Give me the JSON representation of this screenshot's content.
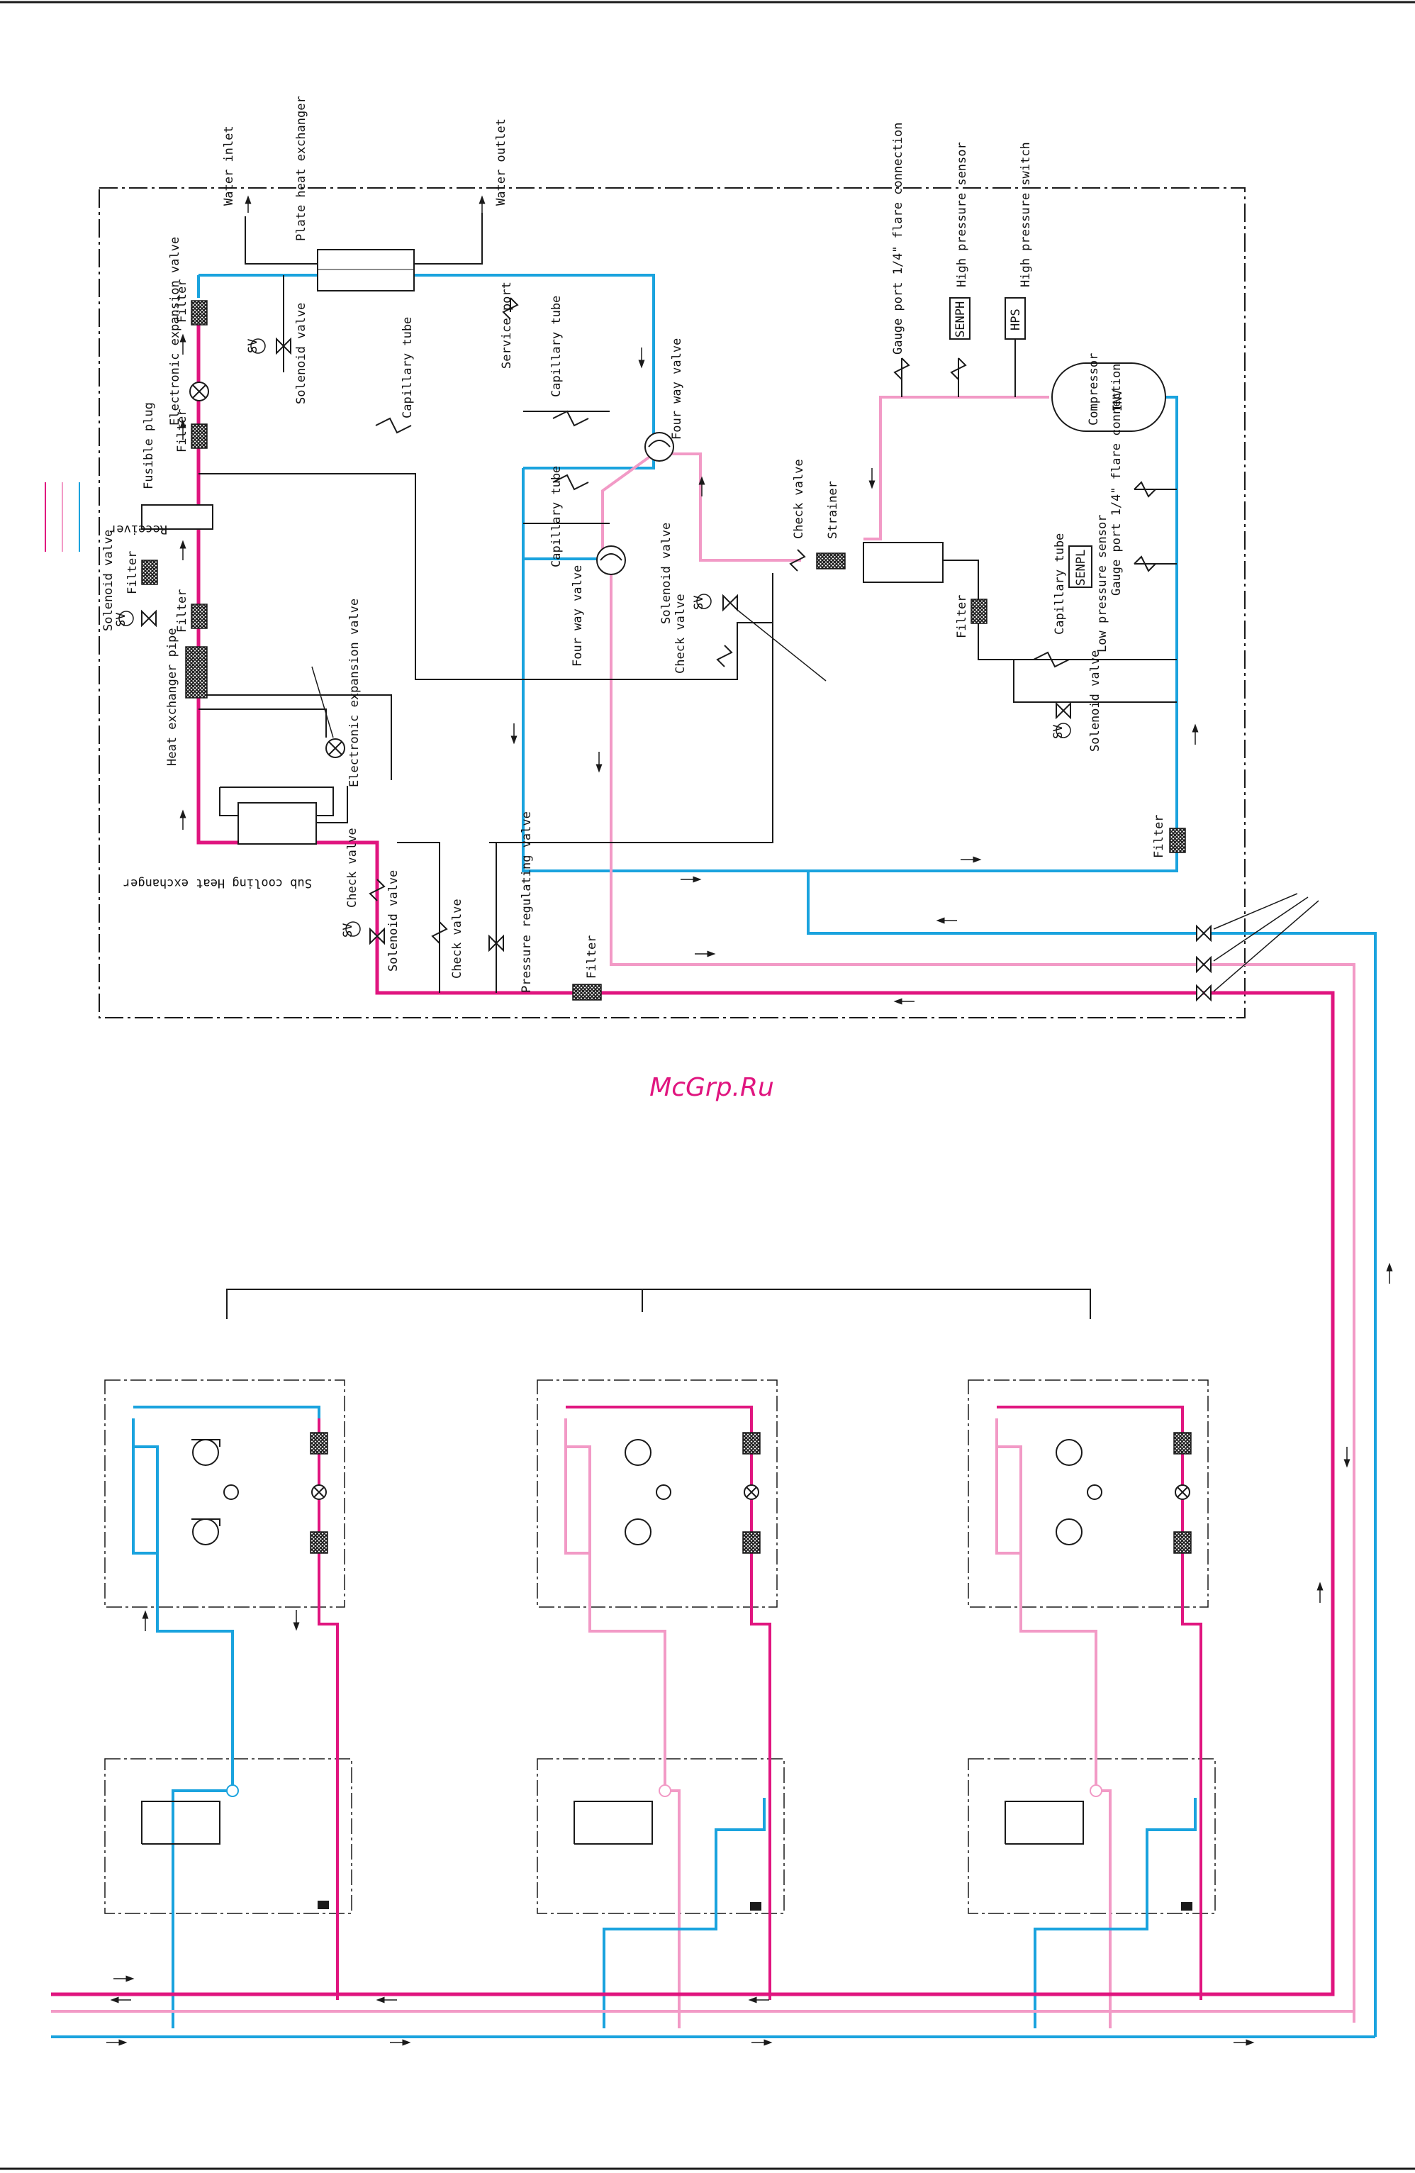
{
  "watermark": "McGrp.Ru",
  "colors": {
    "blue": "#1aa3de",
    "pink": "#f29ac6",
    "magenta": "#e0157f",
    "black": "#1a1a1a",
    "watermark": "#e0157f"
  },
  "outdoor_unit": {
    "labels": {
      "water_inlet": "Water inlet",
      "water_outlet": "Water outlet",
      "plate_heat_exchanger": "Plate heat exchanger",
      "filter_top": "Filter",
      "electronic_expansion_valve_top": "Electronic expansion valve",
      "solenoid_valve_top": "Solenoid valve",
      "sv_top": "SV",
      "filter_second": "Filter",
      "capillary_tube_1": "Capillary tube",
      "service_port": "Service port",
      "capillary_tube_2": "Capillary tube",
      "four_way_valve_1": "Four way valve",
      "fusible_plug": "Fusible plug",
      "receiver": "Receiver",
      "filter_receiver": "Filter",
      "solenoid_valve_left": "Solenoid valve",
      "sv_left": "SV",
      "filter_third": "Filter",
      "heat_exchanger_pipe": "Heat exchanger pipe",
      "capillary_tube_3": "Capillary tube",
      "four_way_valve_2": "Four way valve",
      "check_valve_top": "Check valve",
      "strainer": "Strainer",
      "solenoid_valve_mid": "Solenoid valve",
      "sv_mid": "SV",
      "check_valve_mid": "Check valve",
      "electronic_expansion_valve_mid": "Electronic expansion valve",
      "sub_cooling_heat_exchanger": "Sub cooling Heat exchanger",
      "check_valve_bottom_left": "Check valve",
      "sv_bottom": "SV",
      "solenoid_valve_bottom": "Solenoid valve",
      "check_valve_bottom": "Check valve",
      "pressure_regulating_valve": "Pressure regulating valve",
      "filter_bottom": "Filter",
      "gauge_port_top": "Gauge port 1/4\" flare connection",
      "high_pressure_sensor": "High pressure sensor",
      "senph": "SENPH",
      "high_pressure_switch": "High pressure switch",
      "hps": "HPS",
      "compressor": "Compressor",
      "inv": "INV",
      "gauge_port_right": "Gauge port 1/4\" flare connection",
      "senpl": "SENPL",
      "filter_right": "Filter",
      "capillary_tube_4": "Capillary tube",
      "low_pressure_sensor": "Low pressure sensor",
      "sv_right": "SV",
      "solenoid_valve_right": "Solenoid valve",
      "filter_accumulator": "Filter"
    }
  },
  "indoor_units": [
    {
      "id": "unit-1"
    },
    {
      "id": "unit-2"
    },
    {
      "id": "unit-3"
    }
  ]
}
